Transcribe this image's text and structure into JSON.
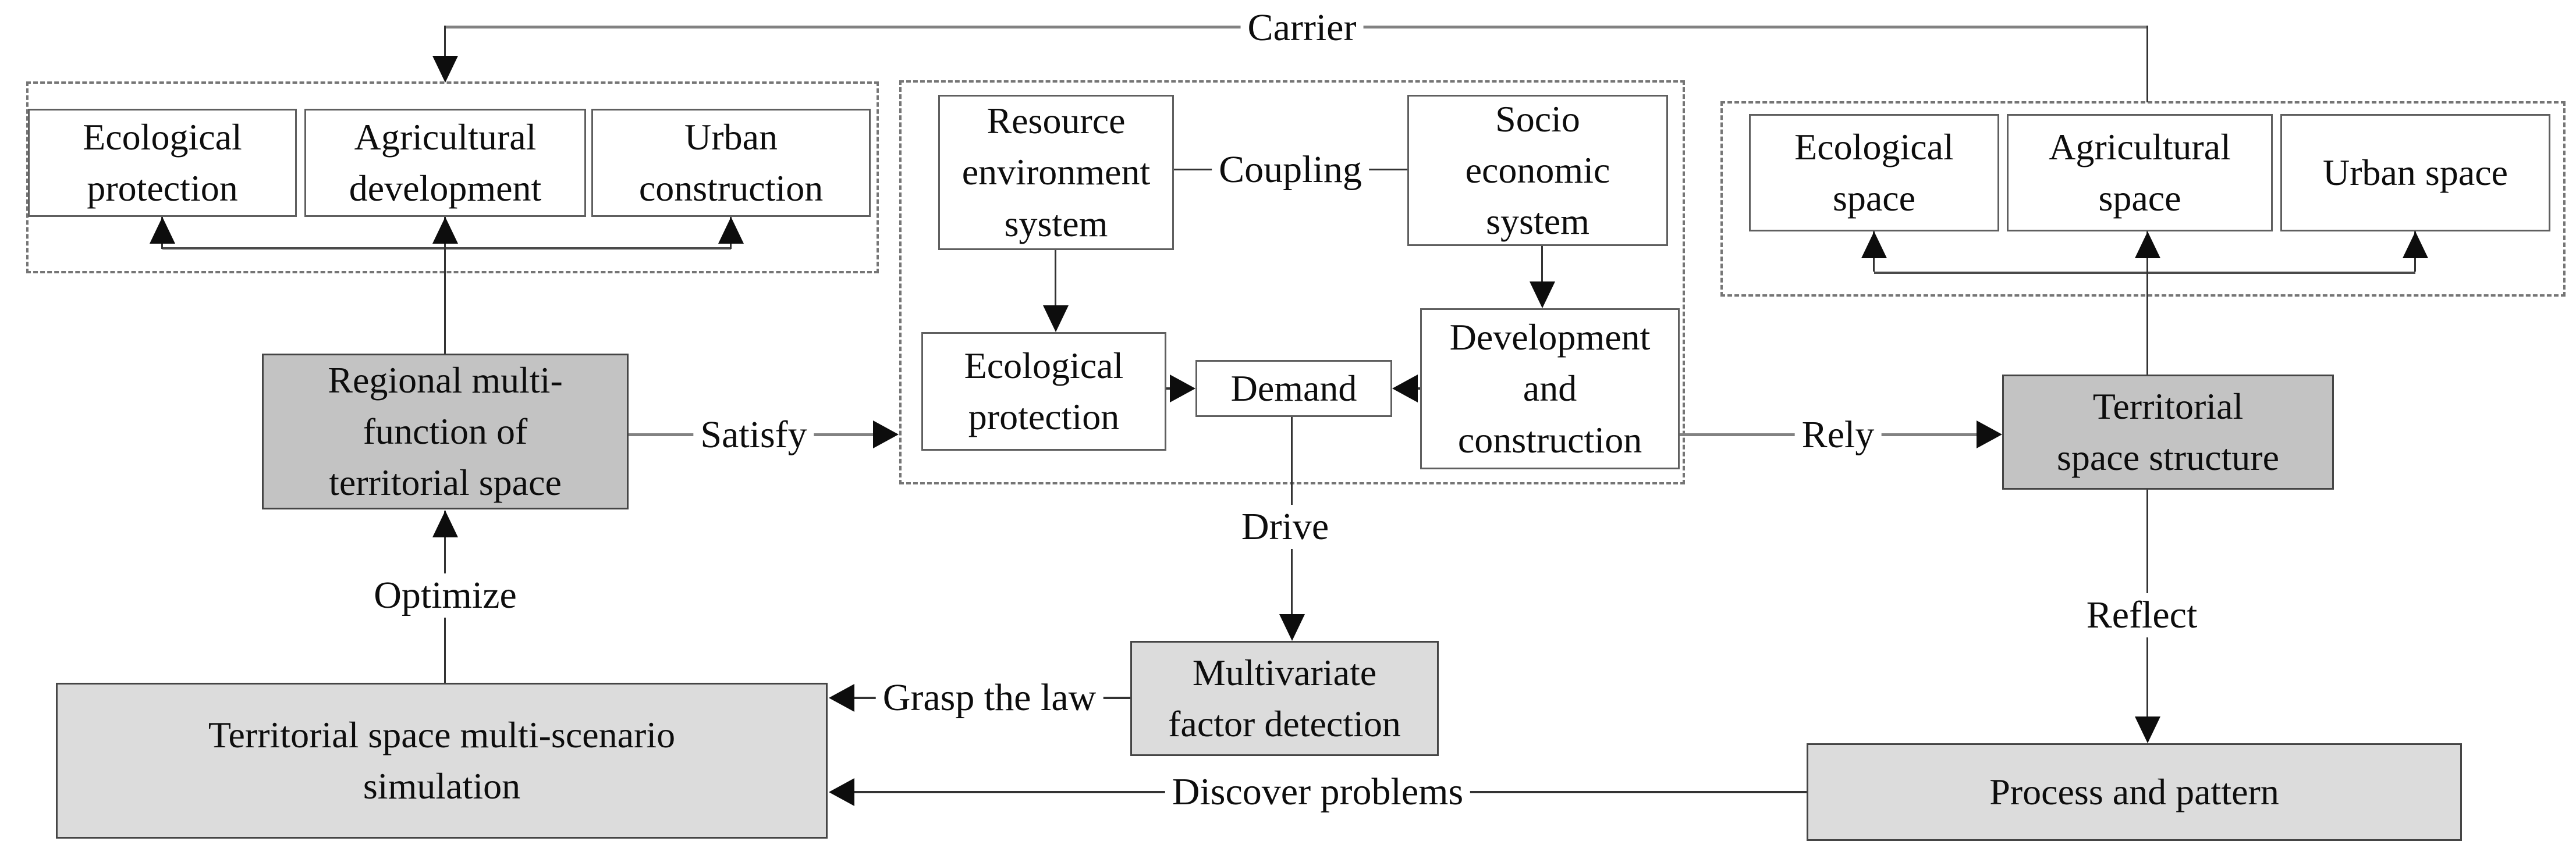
{
  "diagram": {
    "type": "flowchart",
    "colors": {
      "background": "#ffffff",
      "dark_gray_box": "#c3c3c3",
      "light_gray_box": "#dcdcdc",
      "white_box": "#ffffff",
      "dashed_border": "#757575",
      "line": "#333333",
      "thick_line": "#828282",
      "arrowhead": "#0d0d0d",
      "text": "#0d0d0d"
    },
    "boxes": {
      "eco_prot_function": {
        "label": "Ecological\nprotection"
      },
      "agri_dev_function": {
        "label": "Agricultural\ndevelopment"
      },
      "urban_constr_function": {
        "label": "Urban\nconstruction"
      },
      "resource_env_system": {
        "label": "Resource\nenvironment\nsystem"
      },
      "socio_econ_system": {
        "label": "Socio\neconomic\nsystem"
      },
      "eco_prot_demand": {
        "label": "Ecological\nprotection"
      },
      "demand": {
        "label": "Demand"
      },
      "dev_constr": {
        "label": "Development\nand\nconstruction"
      },
      "eco_space": {
        "label": "Ecological\nspace"
      },
      "agri_space": {
        "label": "Agricultural\nspace"
      },
      "urban_space": {
        "label": "Urban space"
      },
      "regional_multifunction": {
        "label": "Regional multi-\nfunction of\nterritorial space"
      },
      "territorial_structure": {
        "label": "Territorial\nspace structure"
      },
      "multivariate_detection": {
        "label": "Multivariate\nfactor detection"
      },
      "simulation": {
        "label": "Territorial space multi-scenario\nsimulation"
      },
      "process_pattern": {
        "label": "Process and pattern"
      }
    },
    "edges": {
      "carrier": "Carrier",
      "coupling": "Coupling",
      "satisfy": "Satisfy",
      "rely": "Rely",
      "drive": "Drive",
      "optimize": "Optimize",
      "reflect": "Reflect",
      "grasp_the_law": "Grasp the law",
      "discover_problems": "Discover problems"
    }
  }
}
